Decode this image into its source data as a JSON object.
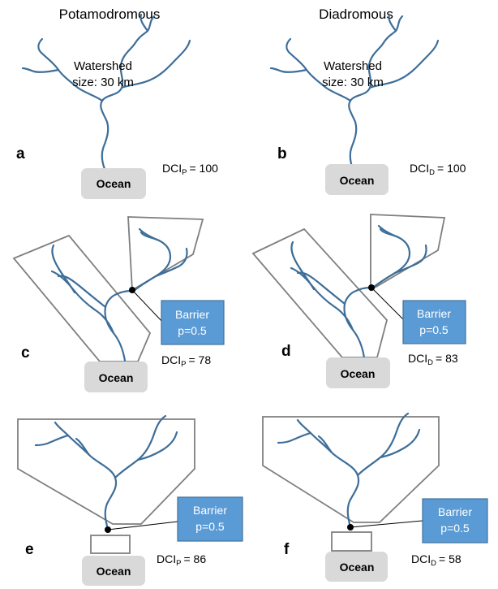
{
  "headings": {
    "left": "Potamodromous",
    "right": "Diadromous"
  },
  "ocean_label": "Ocean",
  "watershed": {
    "line1": "Watershed",
    "line2": "size: 30 km"
  },
  "barrier": {
    "line1": "Barrier",
    "line2": "p=0.5"
  },
  "dci_prefix": "DCI",
  "panels": {
    "a": {
      "letter": "a",
      "sub": "P",
      "value": "= 100"
    },
    "b": {
      "letter": "b",
      "sub": "D",
      "value": "= 100"
    },
    "c": {
      "letter": "c",
      "sub": "P",
      "value": "= 78"
    },
    "d": {
      "letter": "d",
      "sub": "D",
      "value": "= 83"
    },
    "e": {
      "letter": "e",
      "sub": "P",
      "value": "= 86"
    },
    "f": {
      "letter": "f",
      "sub": "D",
      "value": "= 58"
    }
  },
  "colors": {
    "river": "#3d6e99",
    "barrier": "#5b9bd5",
    "ocean": "#d9d9d9",
    "outline": "#7f7f7f"
  }
}
